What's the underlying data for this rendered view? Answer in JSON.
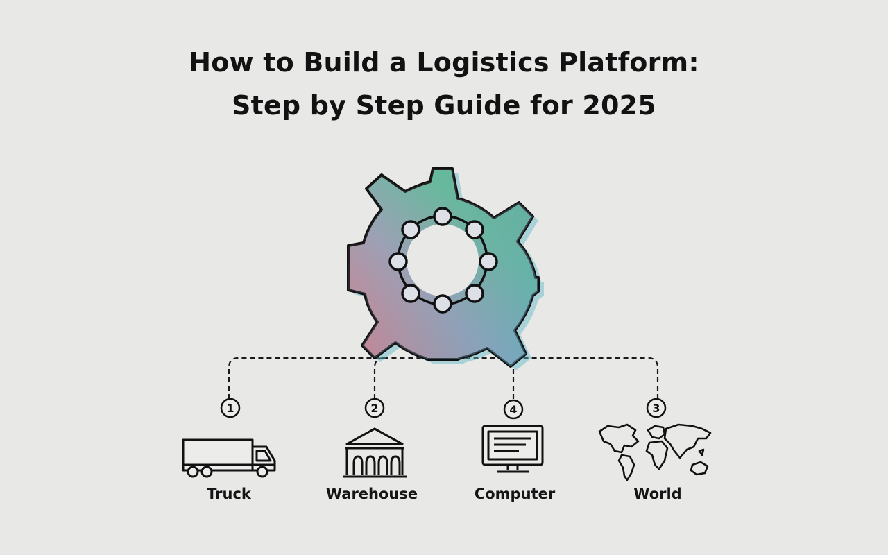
{
  "title": {
    "line1": "How to Build a Logistics Platform:",
    "line2": "Step by Step Guide for 2025"
  },
  "hub": {
    "icon": "gear-network-icon"
  },
  "steps": [
    {
      "number": "1",
      "label": "Truck",
      "icon": "truck-icon"
    },
    {
      "number": "2",
      "label": "Warehouse",
      "icon": "warehouse-icon"
    },
    {
      "number": "4",
      "label": "Computer",
      "icon": "computer-icon"
    },
    {
      "number": "3",
      "label": "World",
      "icon": "world-map-icon"
    }
  ],
  "colors": {
    "background": "#e8e8e7",
    "outline": "#111111",
    "gear_gradient": [
      "#d97a8a",
      "#8fa0b8",
      "#4fbf9c",
      "#5aa9c4"
    ]
  }
}
